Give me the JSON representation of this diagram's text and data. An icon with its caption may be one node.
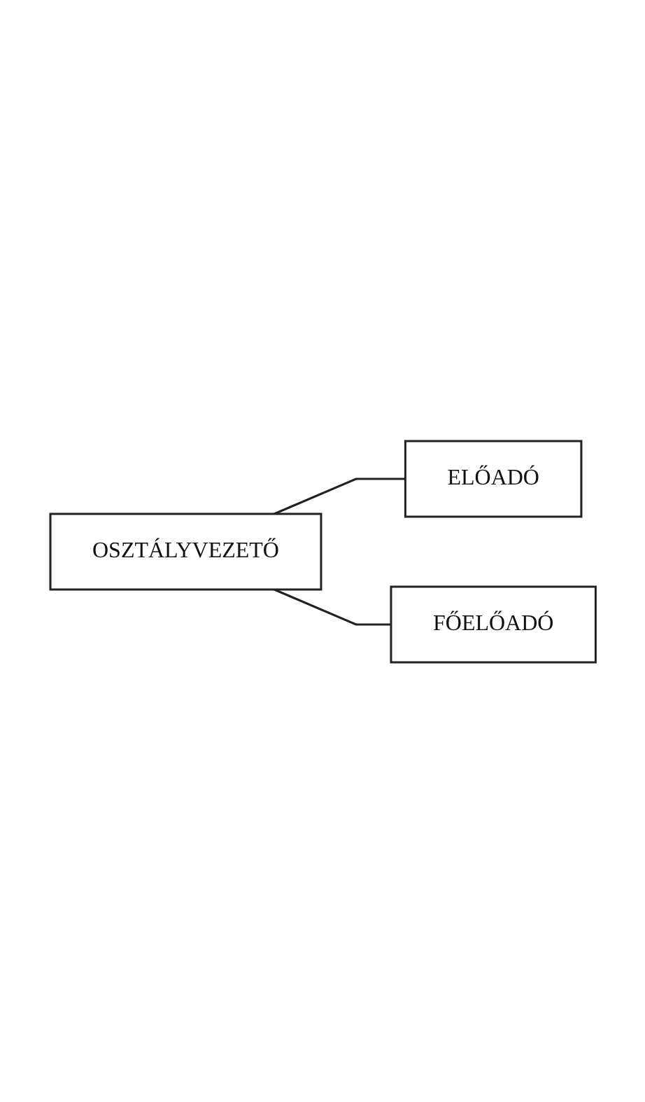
{
  "diagram": {
    "nodes": [
      {
        "text": [
          "OSZTÁLYVEZETŐ"
        ]
      },
      {
        "text": [
          "ELŐADÓ"
        ]
      },
      {
        "text": [
          "FŐELŐADÓ"
        ]
      }
    ],
    "edges": [
      {
        "from": 0,
        "to": 1,
        "arrow": "none"
      },
      {
        "from": 0,
        "to": 2,
        "arrow": "none"
      }
    ]
  }
}
